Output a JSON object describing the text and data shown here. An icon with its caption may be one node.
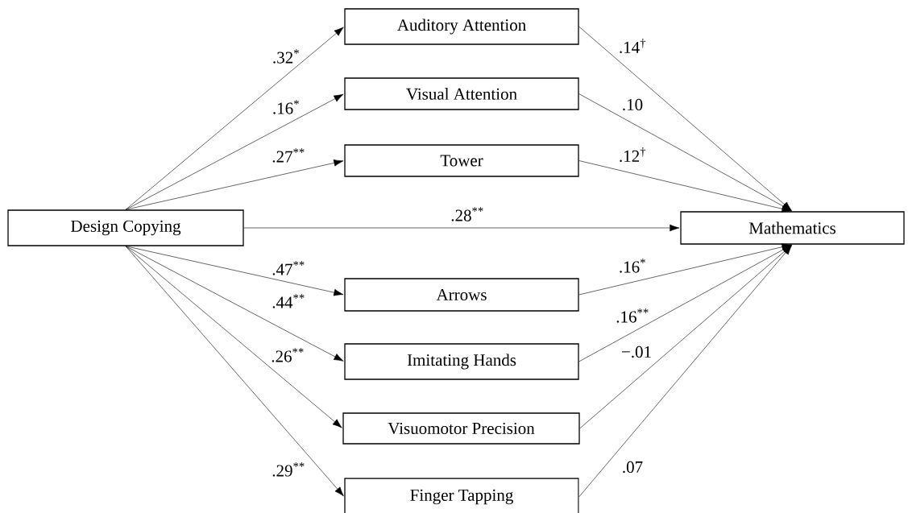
{
  "diagram": {
    "nodes": [
      {
        "text": [
          "Auditory Attention"
        ]
      },
      {
        "text": [
          "Visual Attention"
        ]
      },
      {
        "text": [
          "Tower"
        ]
      },
      {
        "text": [
          "Design Copying"
        ]
      },
      {
        "text": [
          "Mathematics"
        ]
      },
      {
        "text": [
          "Arrows"
        ]
      },
      {
        "text": [
          "Imitating Hands"
        ]
      },
      {
        "text": [
          "Visuomotor Precision"
        ]
      },
      {
        "text": [
          "Finger Tapping"
        ]
      }
    ],
    "edges": [
      {
        "from": 3,
        "to": 0,
        "arrow": "to",
        "label": ".32$^{*}$"
      },
      {
        "from": 3,
        "to": 1,
        "arrow": "to",
        "label": ".16$^{*}$"
      },
      {
        "from": 3,
        "to": 2,
        "arrow": "to",
        "label": ".27$^{**}$"
      },
      {
        "from": 3,
        "to": 4,
        "arrow": "to",
        "label": ".28$^{**}$"
      },
      {
        "from": 3,
        "to": 5,
        "arrow": "to",
        "label": ".47$^{**}$"
      },
      {
        "from": 3,
        "to": 6,
        "arrow": "to",
        "label": ".44$^{**}$"
      },
      {
        "from": 3,
        "to": 7,
        "arrow": "to",
        "label": ".26$^{**}$"
      },
      {
        "from": 3,
        "to": 8,
        "arrow": "to",
        "label": ".29$^{**}$"
      },
      {
        "from": 0,
        "to": 4,
        "arrow": "to",
        "label": ".14$^{†}$"
      },
      {
        "from": 1,
        "to": 4,
        "arrow": "to",
        "label": ".10"
      },
      {
        "from": 2,
        "to": 4,
        "arrow": "to",
        "label": ".12$^{†}$"
      },
      {
        "from": 5,
        "to": 4,
        "arrow": "to",
        "label": ".16$^{*}$"
      },
      {
        "from": 6,
        "to": 4,
        "arrow": "to",
        "label": ".16$^{**}$"
      },
      {
        "from": 7,
        "to": 4,
        "arrow": "to",
        "label": "−.01"
      },
      {
        "from": 8,
        "to": 4,
        "arrow": "to",
        "label": ".07"
      }
    ]
  }
}
